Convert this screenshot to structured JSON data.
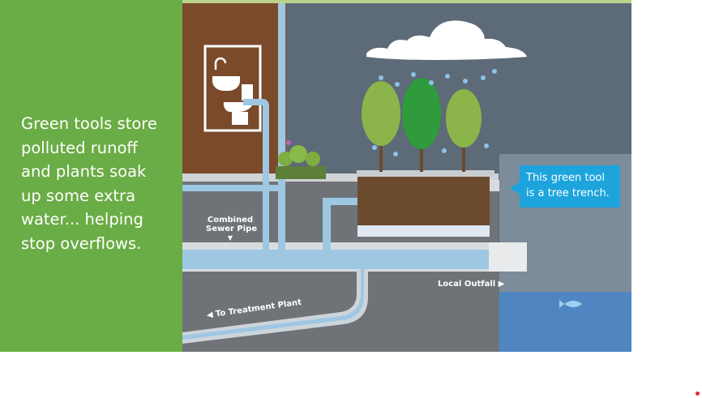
{
  "panel": {
    "lines": [
      "Green tools store",
      "polluted runoff",
      "and plants soak",
      "up some extra",
      "water... helping",
      "stop overflows."
    ]
  },
  "labels": {
    "combined_sewer_line1": "Combined",
    "combined_sewer_line2": "Sewer Pipe",
    "local_outfall": "Local Outfall",
    "to_treatment": "To Treatment Plant"
  },
  "callout": {
    "line1": "This green tool",
    "line2": "is a tree trench."
  },
  "colors": {
    "green_panel": "#6aac45",
    "sky": "#5d6a77",
    "soil": "#7a4a2b",
    "pipe": "#9ec7e3",
    "callout": "#1da4dc",
    "water": "#4f86c2"
  }
}
